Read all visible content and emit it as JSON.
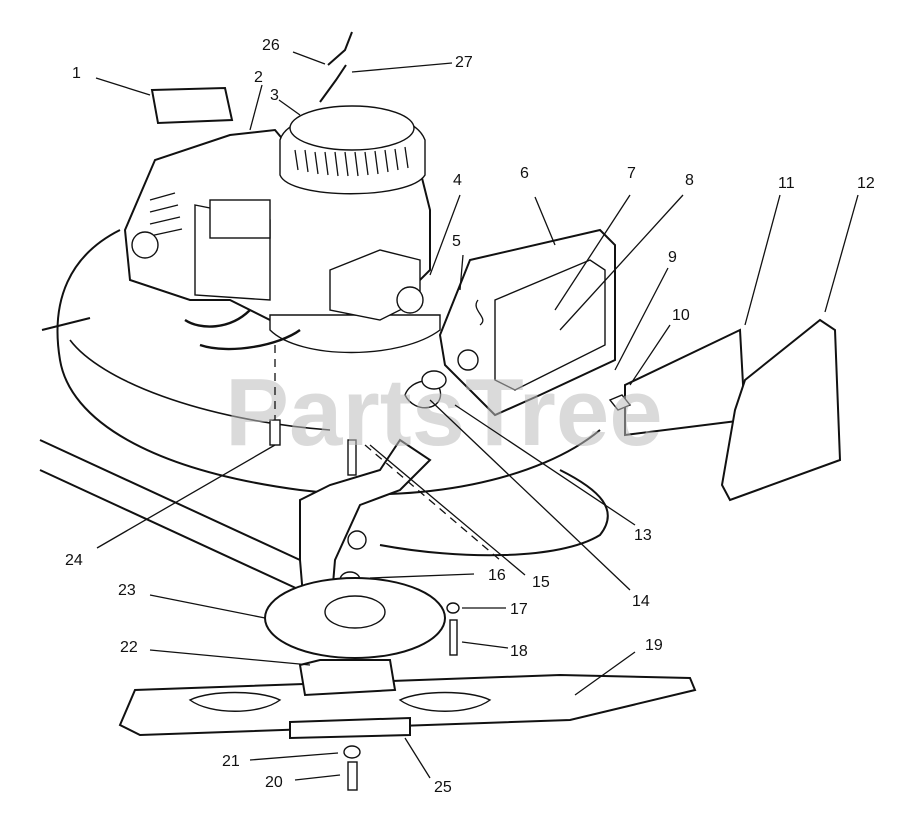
{
  "watermark": "PartsTree",
  "callouts": [
    "1",
    "2",
    "3",
    "4",
    "5",
    "6",
    "7",
    "8",
    "9",
    "10",
    "11",
    "12",
    "13",
    "14",
    "15",
    "16",
    "17",
    "18",
    "19",
    "20",
    "21",
    "22",
    "23",
    "24",
    "25",
    "26",
    "27"
  ]
}
